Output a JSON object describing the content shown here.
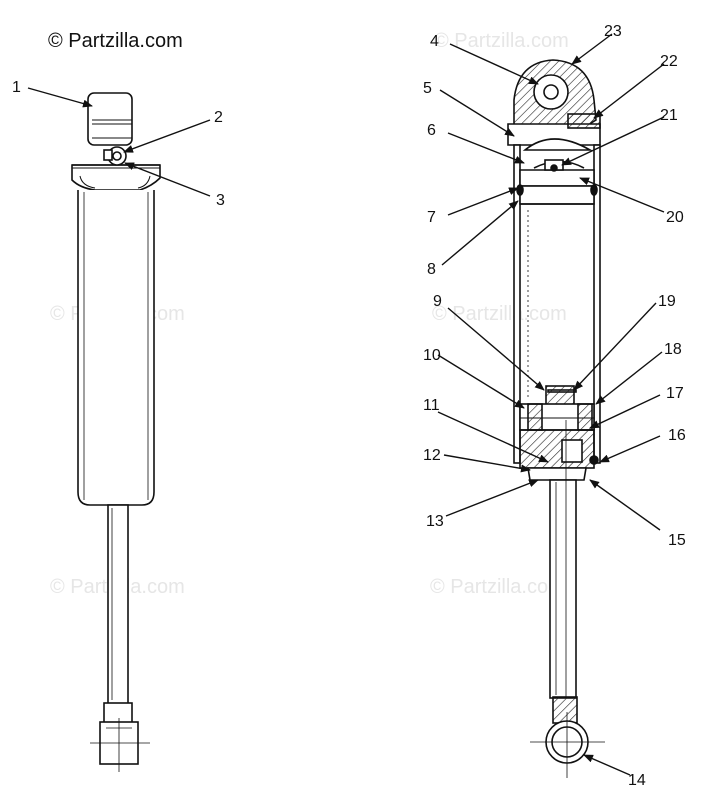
{
  "copyright": "© Partzilla.com",
  "watermark": "© Partzilla.com",
  "callouts": [
    "1",
    "2",
    "3",
    "4",
    "5",
    "6",
    "7",
    "8",
    "9",
    "10",
    "11",
    "12",
    "13",
    "14",
    "15",
    "16",
    "17",
    "18",
    "19",
    "20",
    "21",
    "22",
    "23"
  ]
}
